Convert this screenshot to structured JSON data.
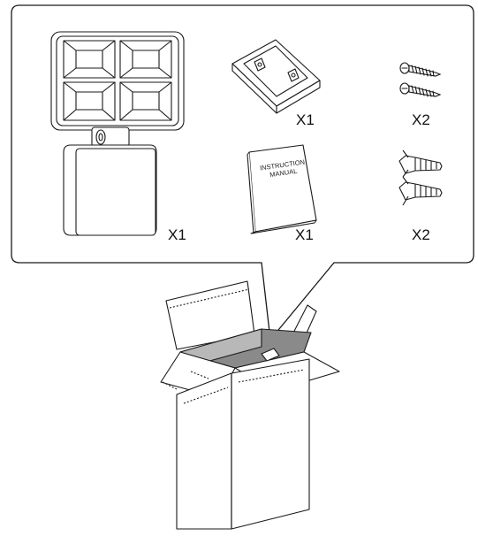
{
  "contents": {
    "floodlight": {
      "quantity": "X1"
    },
    "mounting_bracket": {
      "quantity": "X1"
    },
    "manual": {
      "line1": "INSTRUCTION",
      "line2": "MANUAL",
      "quantity": "X1"
    },
    "screws": {
      "quantity": "X2"
    },
    "wall_plugs": {
      "quantity": "X2"
    }
  },
  "colors": {
    "stroke": "#1a1a1a",
    "light_fill": "#f2f2f2",
    "box_interior": "#8a8a8a"
  }
}
